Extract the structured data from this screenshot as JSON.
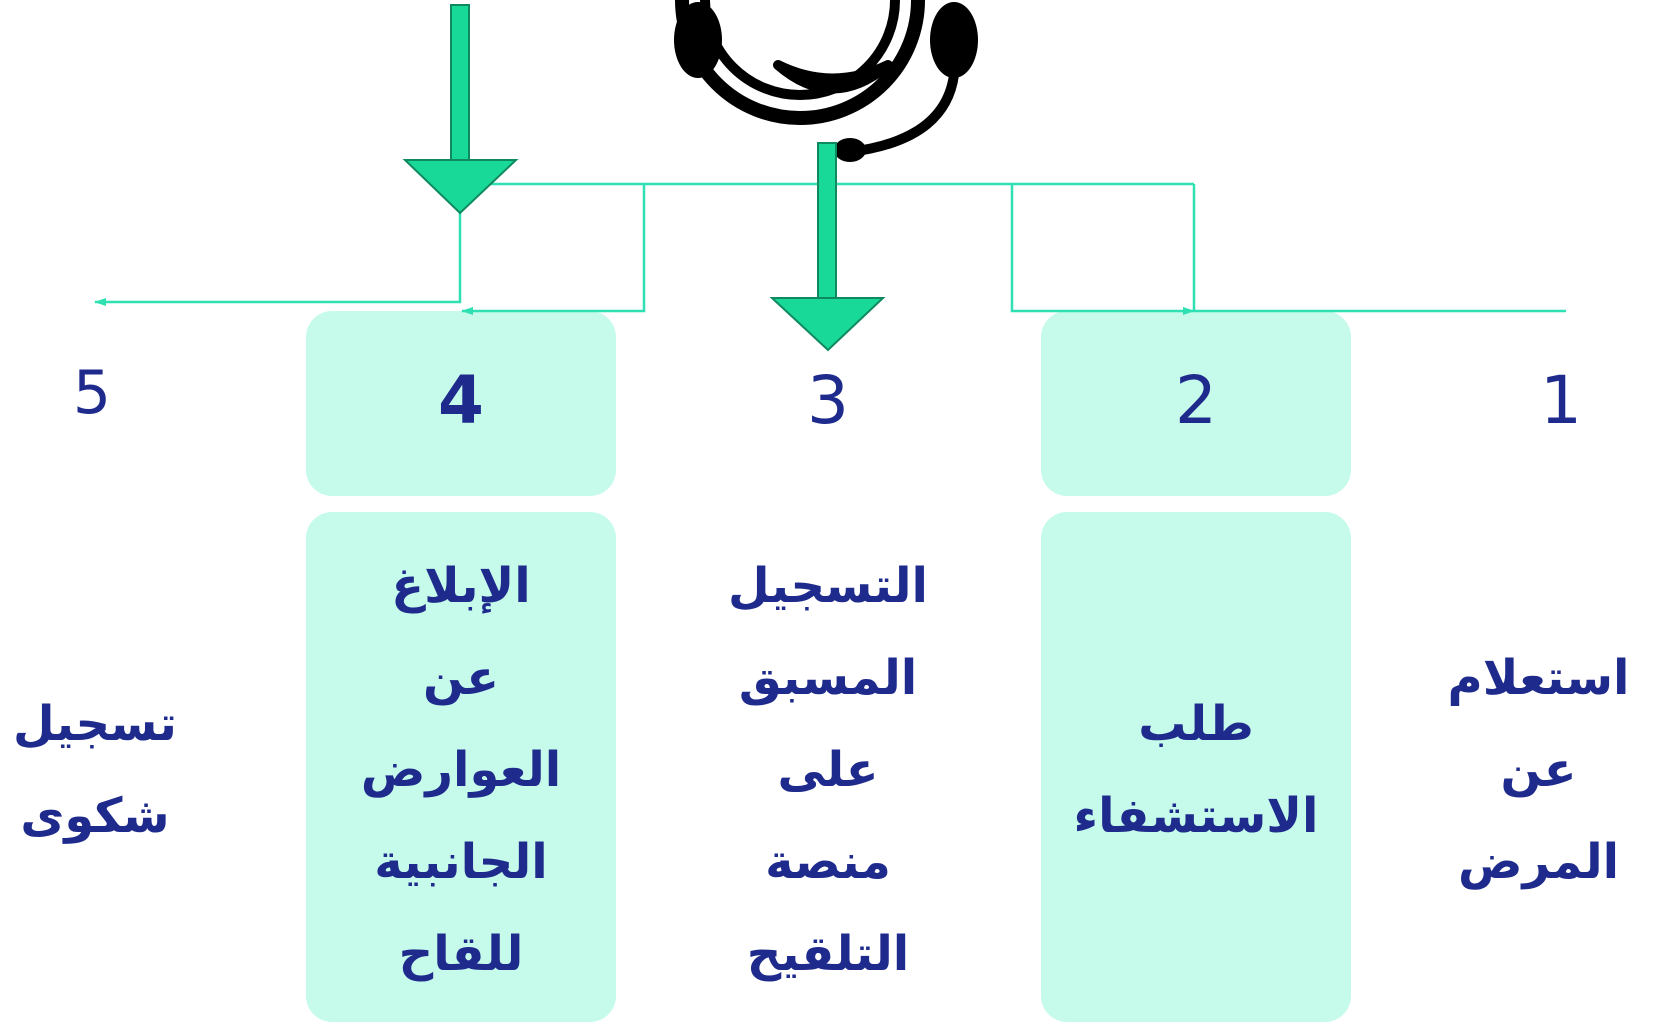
{
  "colors": {
    "box_fill": "#c6fbec",
    "text": "#1e2b8c",
    "arrow_fill": "#19d999",
    "arrow_stroke": "#0f8a5f",
    "connector": "#2fe0b2",
    "icon": "#000000"
  },
  "icon": "headset-agent-icon",
  "steps": [
    {
      "number": "1",
      "lines": [
        "استعلام",
        "عن",
        "المرض"
      ],
      "highlighted": false
    },
    {
      "number": "2",
      "lines": [
        "طلب",
        "الاستشفاء"
      ],
      "highlighted": true
    },
    {
      "number": "3",
      "lines": [
        "التسجيل",
        "المسبق",
        "على",
        "منصة",
        "التلقيح"
      ],
      "highlighted": false
    },
    {
      "number": "4",
      "lines": [
        "الإبلاغ",
        "عن",
        "العوارض",
        "الجانبية",
        "للقاح"
      ],
      "highlighted": true
    },
    {
      "number": "5",
      "lines": [
        "تسجيل",
        "شكوى"
      ],
      "highlighted": false
    }
  ]
}
